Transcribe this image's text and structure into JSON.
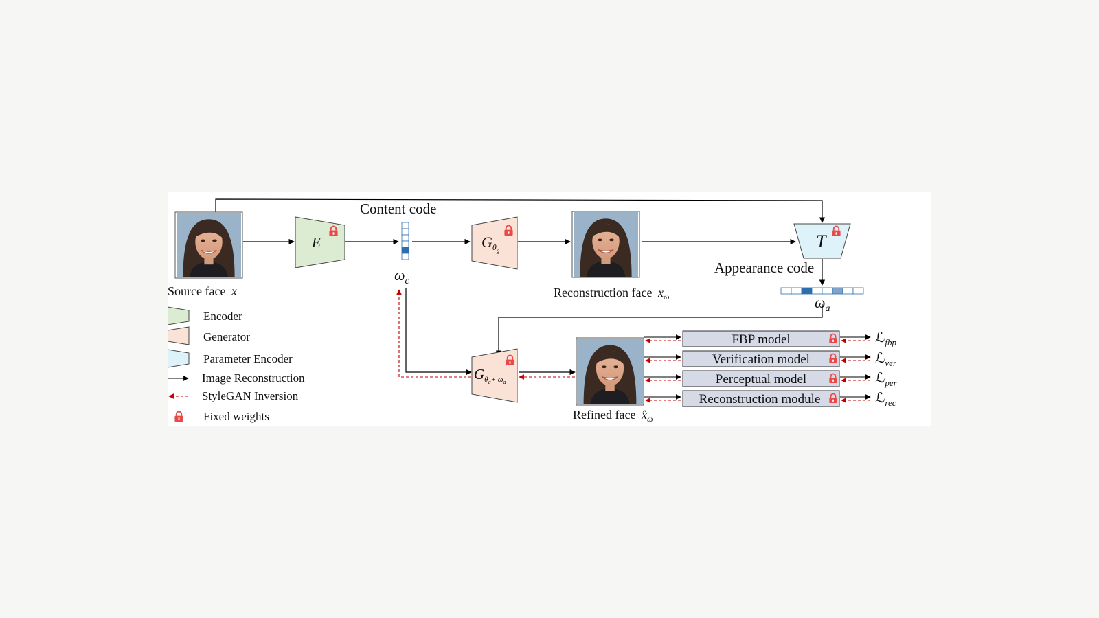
{
  "labels": {
    "content_code": "Content code",
    "appearance_code": "Appearance code",
    "source_face": "Source face",
    "source_face_var": "x",
    "reconstruction_face": "Reconstruction face",
    "reconstruction_face_var": "x",
    "reconstruction_face_sub": "ω",
    "refined_face": "Refined face",
    "refined_face_var": "x̂",
    "refined_face_sub": "ω"
  },
  "symbols": {
    "encoder": "E",
    "generator": "G",
    "generator_sub": "θ",
    "generator_subsub": "g",
    "generator2_sub_plus": "+ ω",
    "generator2_subsub_a": "a",
    "param_encoder": "T",
    "omega_c": "ω",
    "omega_c_sub": "c",
    "omega_a": "ω",
    "omega_a_sub": "a"
  },
  "modules": [
    {
      "label": "FBP model",
      "loss": "ℒ",
      "loss_sub": "fbp"
    },
    {
      "label": "Verification model",
      "loss": "ℒ",
      "loss_sub": "ver"
    },
    {
      "label": "Perceptual model",
      "loss": "ℒ",
      "loss_sub": "per"
    },
    {
      "label": "Reconstruction module",
      "loss": "ℒ",
      "loss_sub": "rec"
    }
  ],
  "legend": [
    {
      "label": "Encoder"
    },
    {
      "label": "Generator"
    },
    {
      "label": "Parameter  Encoder"
    },
    {
      "label": "Image  Reconstruction"
    },
    {
      "label": "StyleGAN  Inversion"
    },
    {
      "label": "Fixed  weights"
    }
  ],
  "colors": {
    "encoder_fill": "#dcecd2",
    "generator_fill": "#fae3d6",
    "param_encoder_fill": "#ddf3f9",
    "module_fill": "#d6dae6",
    "lock": "#e84a4a",
    "inversion_arrow": "#c00000",
    "code_dark": "#2e6ead",
    "code_mid": "#7fa3c9"
  }
}
